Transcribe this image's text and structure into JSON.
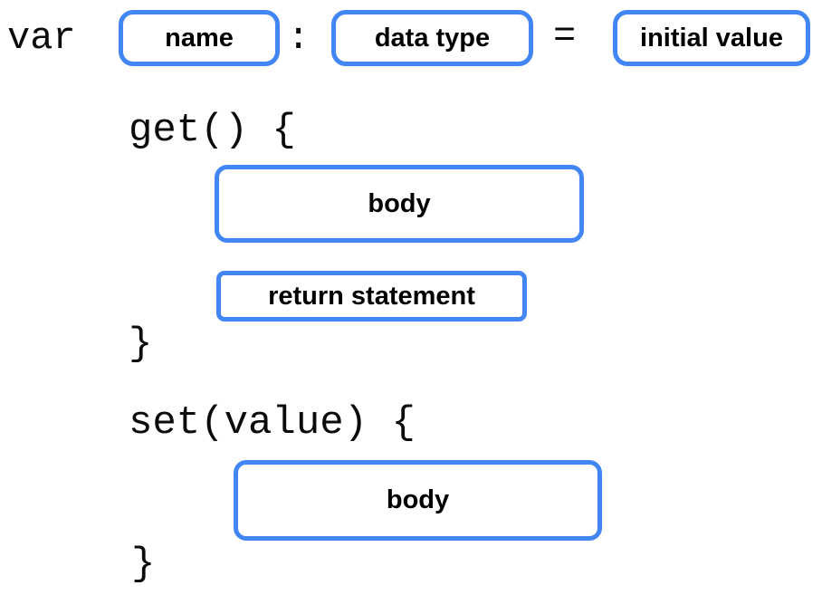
{
  "colors": {
    "accent_blue": "#4285F4",
    "text": "#000000",
    "background": "#FFFFFF"
  },
  "diagram": {
    "declaration": {
      "keyword": "var",
      "colon": ":",
      "equals": "=",
      "name_box_label": "name",
      "data_type_box_label": "data type",
      "initial_value_box_label": "initial value"
    },
    "getter": {
      "open_line": "get() {",
      "body_box_label": "body",
      "return_box_label": "return statement",
      "close_brace": "}"
    },
    "setter": {
      "open_line": "set(value) {",
      "body_box_label": "body",
      "close_brace": "}"
    }
  }
}
